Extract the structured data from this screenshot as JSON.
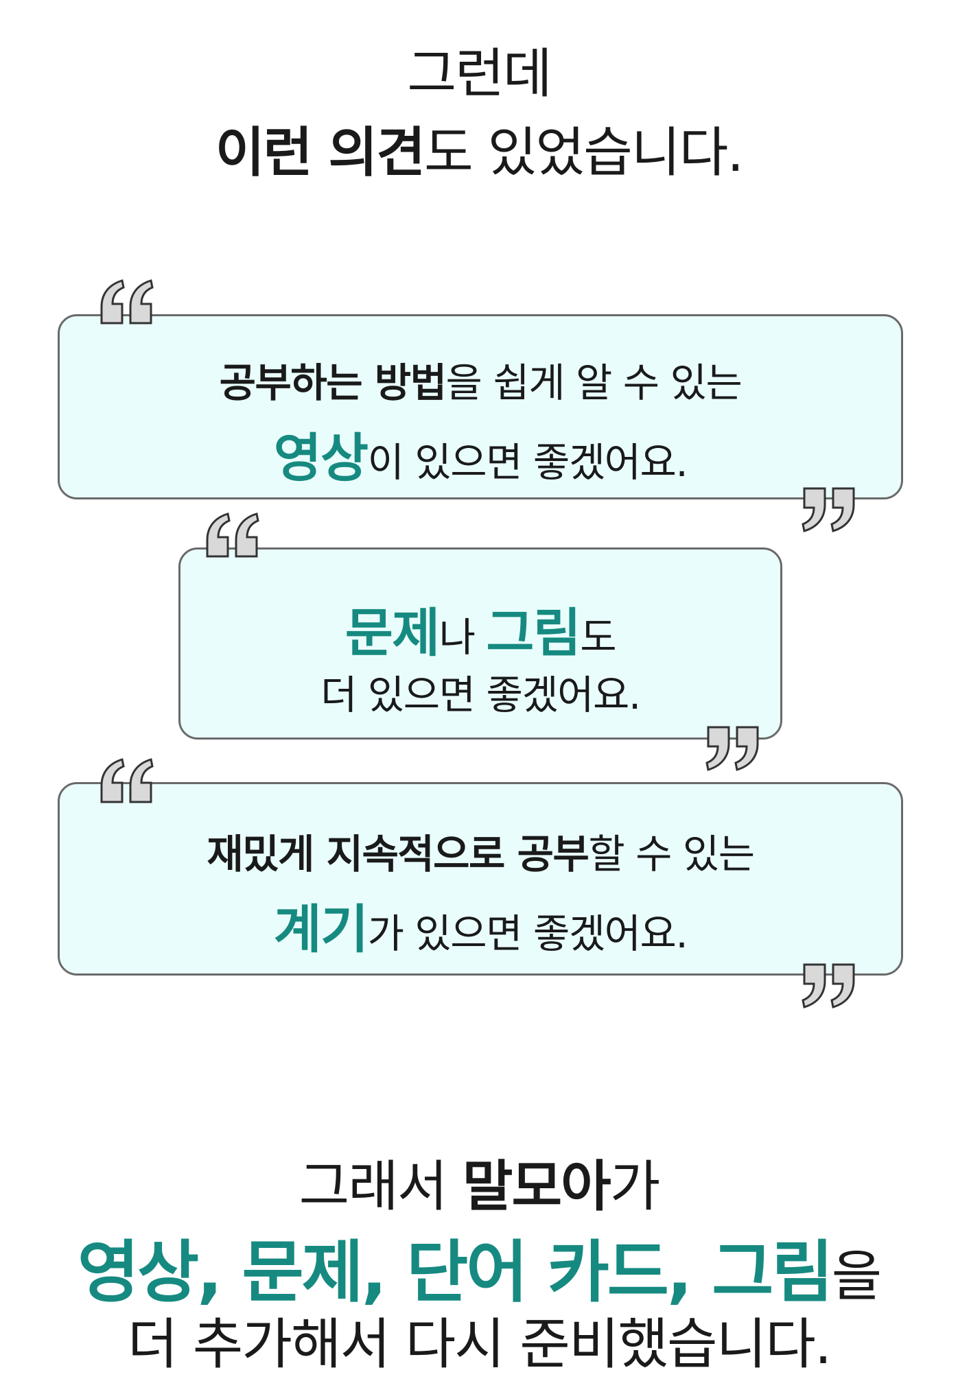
{
  "heading": {
    "line1": "그런데",
    "line2_bold": "이런 의견",
    "line2_rest": "도 있었습니다."
  },
  "quotes": [
    {
      "line1_bold": "공부하는 방법",
      "line1_rest": "을 쉽게 알 수 있는",
      "line2_teal": "영상",
      "line2_rest": "이 있으면 좋겠어요."
    },
    {
      "line1_teal_a": "문제",
      "line1_mid": "나 ",
      "line1_teal_b": "그림",
      "line1_end": "도",
      "line2": "더 있으면 좋겠어요."
    },
    {
      "line1_bold": "재밌게 지속적으로 공부",
      "line1_rest": "할 수 있는",
      "line2_teal": "계기",
      "line2_rest": "가 있으면 좋겠어요."
    }
  ],
  "bottom": {
    "line1_pre": "그래서 ",
    "line1_bold": "말모아",
    "line1_post": "가",
    "line2_teal": "영상, 문제, 단어 카드, 그림",
    "line2_rest": "을",
    "line3": "더 추가해서 다시 준비했습니다."
  },
  "colors": {
    "accent": "#168a80",
    "box_bg": "#eafdfd",
    "box_border": "#6a6a6a",
    "quote_mark": "#d9d9d9"
  }
}
